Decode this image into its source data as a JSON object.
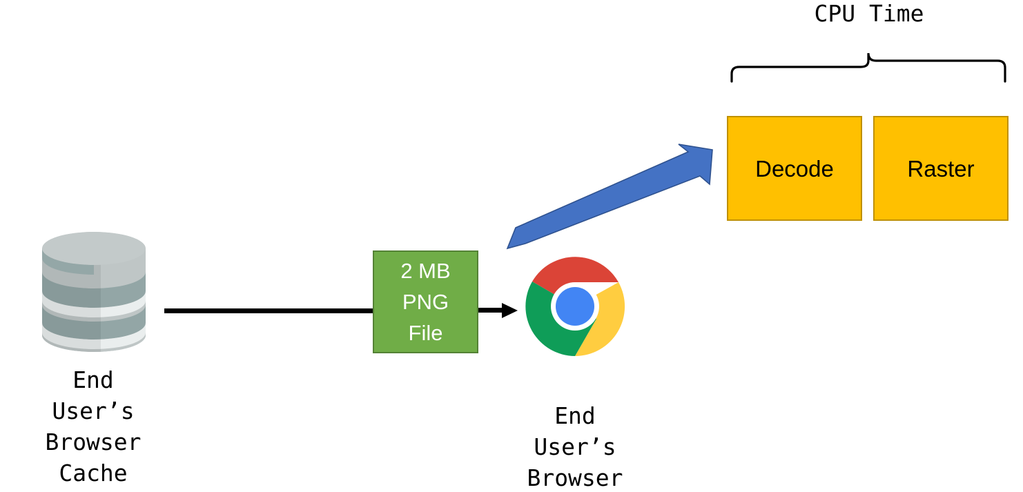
{
  "diagram": {
    "title_label": "CPU Time",
    "cache": {
      "icon": "database-cylinder-icon",
      "caption_lines": [
        "End",
        "User’s",
        "Browser",
        "Cache"
      ]
    },
    "file": {
      "label_lines": [
        "2 MB",
        "PNG",
        "File"
      ],
      "fill_color": "#70AD47",
      "border_color": "#548235",
      "text_color": "#FFFFFF"
    },
    "browser": {
      "icon": "chrome-logo-icon",
      "caption_lines": [
        "End",
        "User’s",
        "Browser"
      ]
    },
    "cpu_steps": [
      {
        "label": "Decode",
        "fill_color": "#FFC000",
        "border_color": "#BF9000"
      },
      {
        "label": "Raster",
        "fill_color": "#FFC000",
        "border_color": "#BF9000"
      }
    ],
    "connectors": {
      "cache_to_file": "black-line",
      "file_to_browser": "black-arrow",
      "browser_to_cpu": "blue-block-arrow"
    },
    "colors": {
      "blue_arrow": "#4472C4",
      "blue_arrow_edge": "#2F528F",
      "cylinder_light": "#BFC6C6",
      "cylinder_mid": "#A9B4B4",
      "cylinder_dark": "#8FA3A3",
      "chrome_red": "#DB4437",
      "chrome_green": "#0F9D58",
      "chrome_yellow": "#FFCD40",
      "chrome_blue": "#4285F4"
    }
  }
}
